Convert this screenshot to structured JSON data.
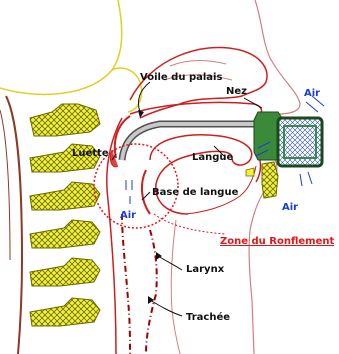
{
  "labels": {
    "voile_du_palais": "Voile du palais",
    "nez": "Nez",
    "luette": "Luette",
    "langue": "Langue",
    "base_de_langue": "Base de langue",
    "larynx": "Larynx",
    "trachee": "Trachée",
    "zone_du_ronflement": "Zone du Ronflement",
    "air": "Air"
  },
  "colors": {
    "bone_fill": "#f2f23a",
    "bone_stroke": "#6a6a00",
    "spine_outline": "#8b3a2a",
    "soft_tissue": "#cc2020",
    "skin": "#d08080",
    "airway_dash": "#a00000",
    "mask_body": "#3a8a3a",
    "tube": "#808080",
    "air_arrow": "#1a3fcf",
    "yellow_line": "#e0d020"
  },
  "icons": [
    "cpap-mask-icon",
    "air-tube-icon",
    "arrow-icon"
  ]
}
